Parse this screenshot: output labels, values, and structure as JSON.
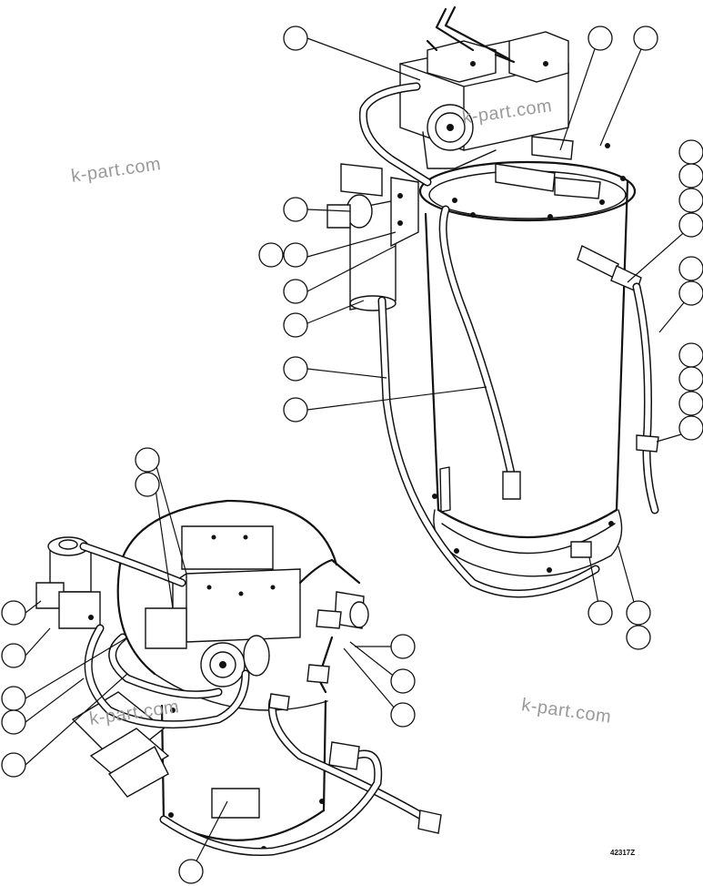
{
  "watermarks": [
    "k-part.com",
    "k-part.com",
    "k-part.com",
    "k-part.com"
  ],
  "drawing_code": "42317Z"
}
